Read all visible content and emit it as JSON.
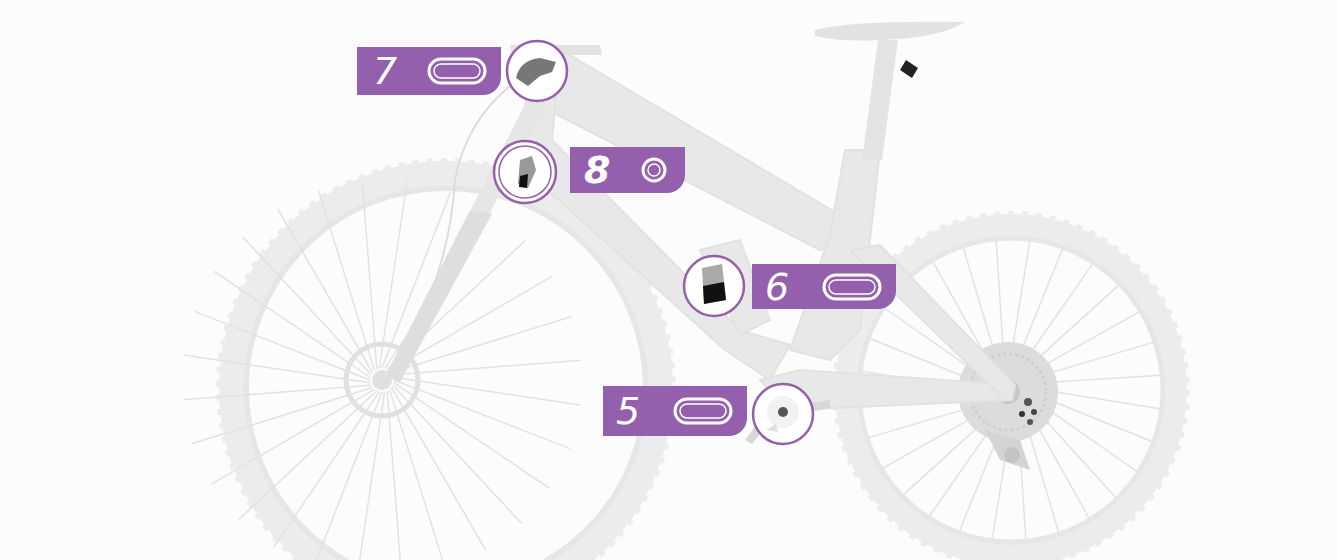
{
  "diagram": {
    "nodes": [
      {
        "text": [
          "7"
        ]
      },
      {
        "text": [
          "8"
        ]
      },
      {
        "text": [
          "6"
        ]
      },
      {
        "text": [
          "5"
        ]
      }
    ]
  }
}
